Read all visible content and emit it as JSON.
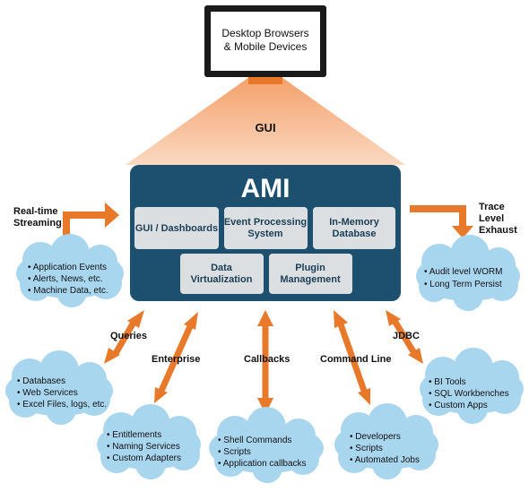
{
  "monitor": {
    "line1": "Desktop Browsers",
    "line2": "& Mobile Devices"
  },
  "gui_label": "GUI",
  "ami": {
    "title": "AMI",
    "modules": [
      {
        "line1": "GUI / Dashboards",
        "line2": ""
      },
      {
        "line1": "Event Processing",
        "line2": "System"
      },
      {
        "line1": "In-Memory",
        "line2": "Database"
      },
      {
        "line1": "Data",
        "line2": "Virtualization"
      },
      {
        "line1": "Plugin",
        "line2": "Management"
      }
    ]
  },
  "labels": {
    "realtime": {
      "line1": "Real-time",
      "line2": "Streaming"
    },
    "trace": {
      "line1": "Trace",
      "line2": "Level",
      "line3": "Exhaust"
    },
    "queries": "Queries",
    "enterprise": "Enterprise",
    "callbacks": "Callbacks",
    "command_line": "Command Line",
    "jdbc": "JDBC"
  },
  "clouds": {
    "streaming": [
      "• Application Events",
      "• Alerts, News, etc.",
      "• Machine Data, etc."
    ],
    "trace": [
      "• Audit level WORM",
      "• Long Term Persist"
    ],
    "databases": [
      "• Databases",
      "• Web Services",
      "• Excel Files, logs, etc."
    ],
    "enterprise": [
      "• Entitlements",
      "• Naming Services",
      "• Custom Adapters"
    ],
    "callbacks": [
      "• Shell Commands",
      "• Scripts",
      "• Application callbacks"
    ],
    "developers": [
      "• Developers",
      "• Scripts",
      "• Automated Jobs"
    ],
    "bi": [
      "• BI Tools",
      "• SQL Workbenches",
      "• Custom Apps"
    ]
  },
  "colors": {
    "ami_box": "#1d4f6e",
    "module_box": "#dcdfe2",
    "arrow": "#e8792b",
    "cloud": "#a9d6ef",
    "gui_beam": "#f6c3a0"
  }
}
